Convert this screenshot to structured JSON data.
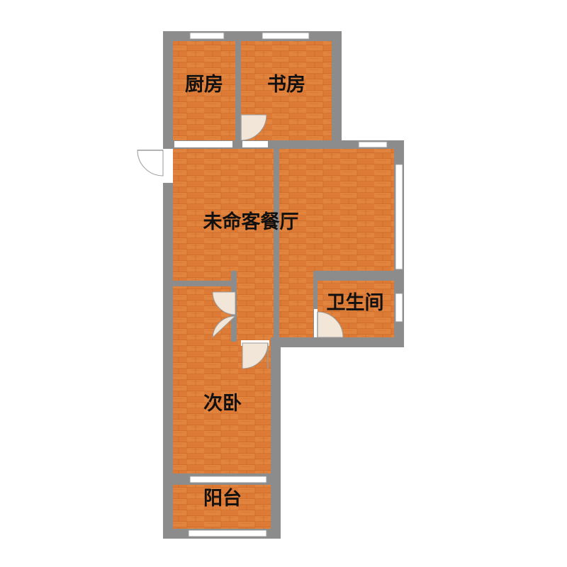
{
  "rooms": {
    "kitchen": "厨房",
    "study": "书房",
    "living_dining": "未命客餐厅",
    "bathroom": "卫生间",
    "second_bedroom": "次卧",
    "balcony": "阳台"
  },
  "colors": {
    "wall": "#8c8c8c",
    "floor": "#dd7a35",
    "floor_light": "#e88c45",
    "floor_dark": "#c96a28",
    "window": "#ffffff",
    "door_leaf": "#f1e6d8"
  }
}
